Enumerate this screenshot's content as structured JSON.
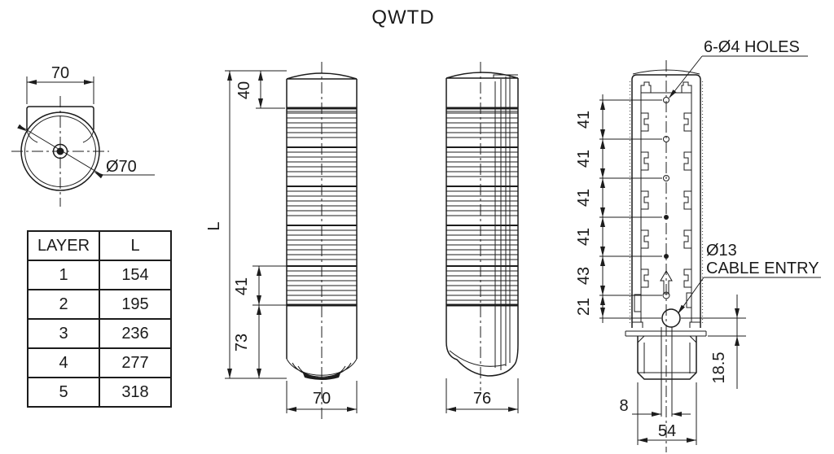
{
  "title": "QWTD",
  "ink_color": "#1a1a1a",
  "top_view": {
    "width_dim": "70",
    "diameter_label": "Ø70"
  },
  "layer_table": {
    "col1": "LAYER",
    "col2": "L",
    "rows": [
      [
        "1",
        "154"
      ],
      [
        "2",
        "195"
      ],
      [
        "3",
        "236"
      ],
      [
        "4",
        "277"
      ],
      [
        "5",
        "318"
      ]
    ]
  },
  "front_view": {
    "cap_height_dim": "40",
    "overall_length_dim": "L",
    "module_height_dim": "41",
    "base_height_dim": "73",
    "width_dim": "70"
  },
  "side_view": {
    "base_width_dim": "76"
  },
  "section_view": {
    "module_pitch_dims": [
      "41",
      "41",
      "41",
      "41"
    ],
    "lower_pitch_dim": "43",
    "bottom_pitch_dim": "21",
    "holes_callout": "6-Ø4 HOLES",
    "cable_entry_dia": "Ø13",
    "cable_entry_label": "CABLE ENTRY",
    "entry_depth_dim": "18.5",
    "cable_slot_dim": "8",
    "mount_width_dim": "54"
  }
}
